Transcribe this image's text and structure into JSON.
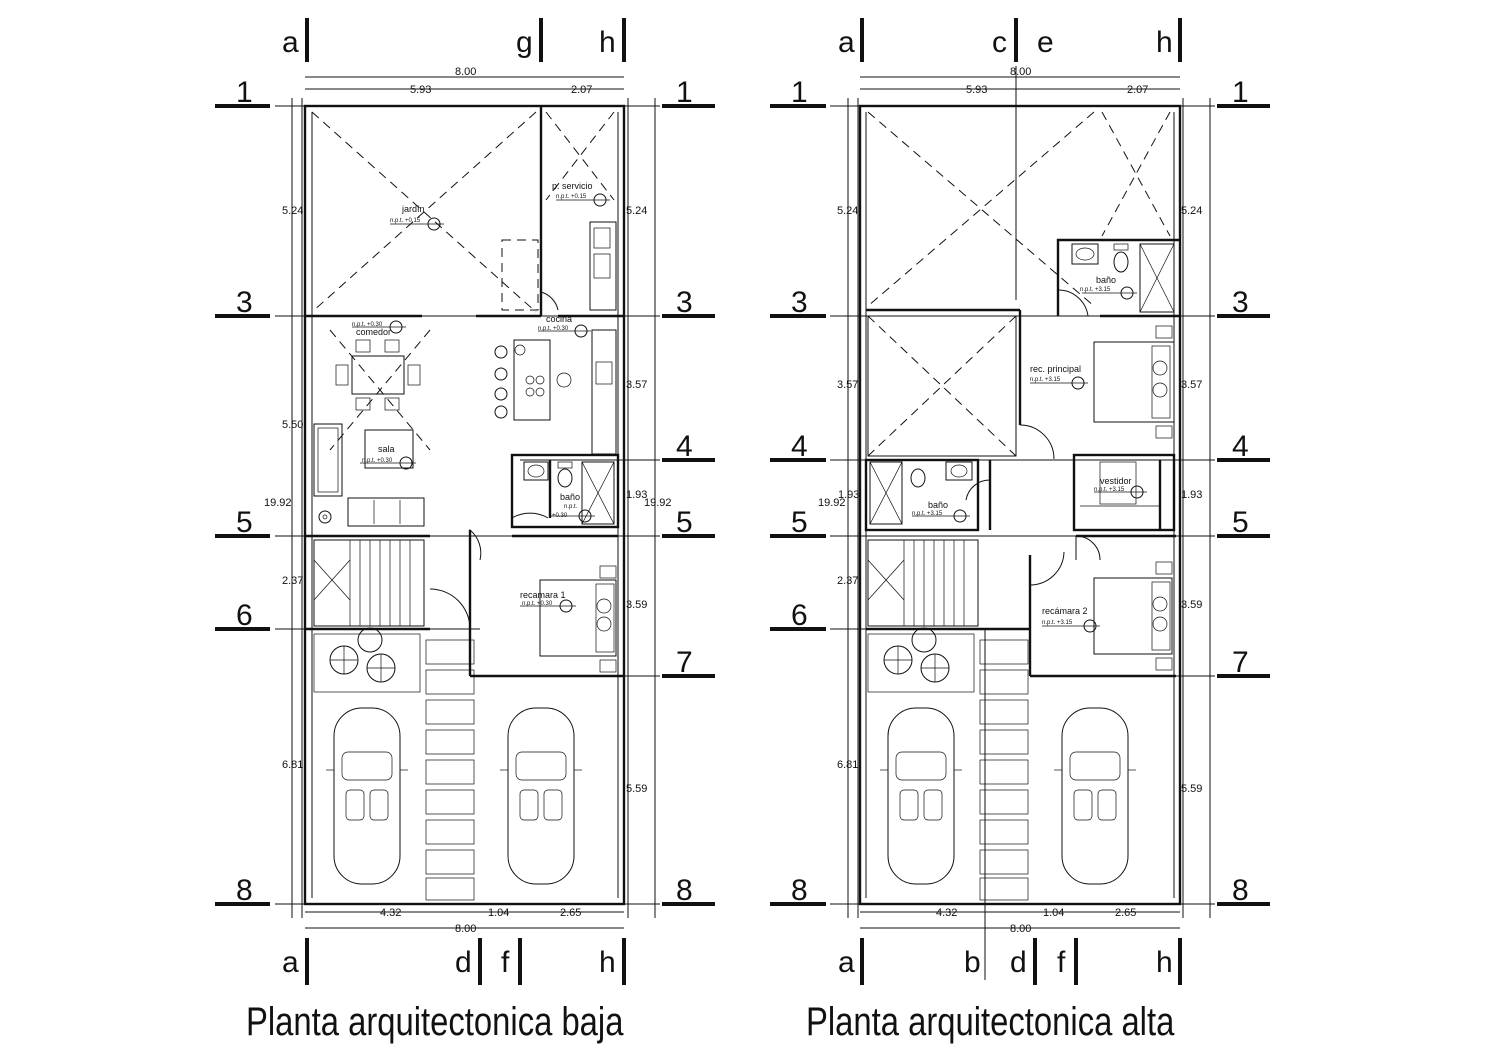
{
  "titles": {
    "left": "Planta arquitectonica baja",
    "right": "Planta arquitectonica alta"
  },
  "axes": {
    "left_top": [
      "a",
      "g",
      "h"
    ],
    "left_bottom": [
      "a",
      "d",
      "f",
      "h"
    ],
    "right_top": [
      "a",
      "c",
      "e",
      "h"
    ],
    "right_bottom": [
      "a",
      "b",
      "d",
      "f",
      "h"
    ],
    "rows": [
      "1",
      "3",
      "4",
      "5",
      "6",
      "7",
      "8"
    ]
  },
  "dimensions": {
    "overall_width": "8.00",
    "top_left_span": "5.93",
    "top_right_span": "2.07",
    "bottom_spans": [
      "4.32",
      "1.04",
      "2.65"
    ],
    "left_side": [
      "5.24",
      "5.50",
      "2.37",
      "6.81"
    ],
    "overall_depth": "19.92",
    "right_side": [
      "5.24",
      "3.57",
      "1.93",
      "3.59",
      "5.59"
    ]
  },
  "rooms_baja": {
    "jardin": "jardín",
    "p_servicio": "p. servicio",
    "cocina": "cocina",
    "comedor": "comedor",
    "sala": "sala",
    "bano": "baño",
    "recamara1": "recamara 1"
  },
  "levels_baja": {
    "jardin": "n.p.t. +0.15",
    "p_servicio": "n.p.t. +0.15",
    "cocina": "n.p.t. +0.30",
    "comedor": "n.p.t. +0.30",
    "sala": "n.p.t. +0.30",
    "bano_a": "n.p.t.",
    "bano_b": "+0.30",
    "recamara1": "n.p.t. +0.30"
  },
  "rooms_alta": {
    "bano_top": "baño",
    "rec_principal": "rec. principal",
    "vestidor": "vestidor",
    "bano": "baño",
    "recamara2": "recámara 2"
  },
  "levels_alta": {
    "bano_top": "n.p.t. +3.15",
    "rec_principal": "n.p.t. +3.15",
    "vestidor": "n.p.t. +3.15",
    "bano": "n.p.t. +3.15",
    "recamara2": "n.p.t. +3.15"
  }
}
